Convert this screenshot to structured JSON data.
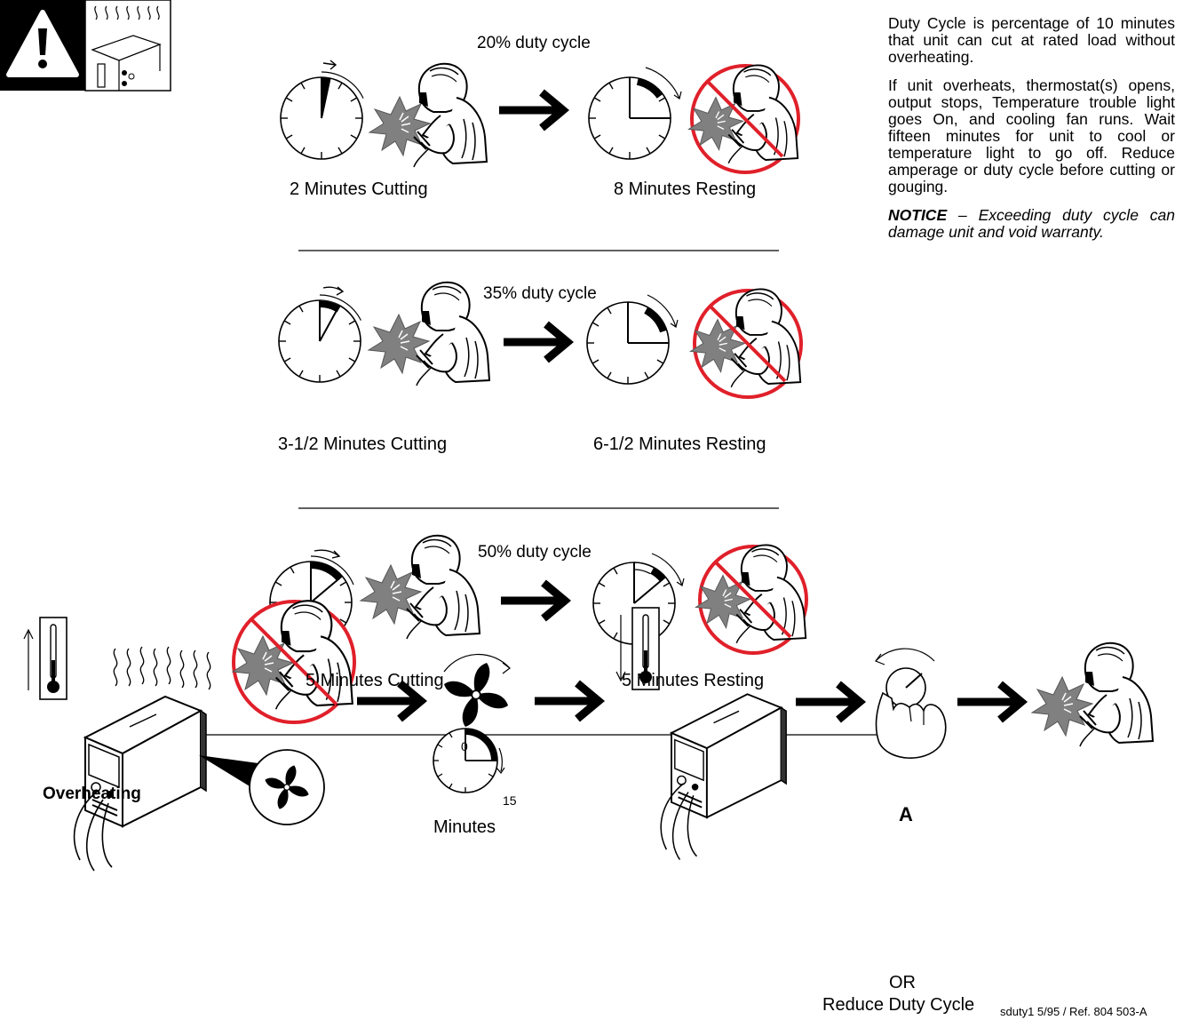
{
  "panels": [
    {
      "duty_label": "20% duty cycle",
      "cutting_label": "2 Minutes Cutting",
      "resting_label": "8 Minutes Resting",
      "duty_percent": 20
    },
    {
      "duty_label": "35% duty cycle",
      "cutting_label": "3-1/2 Minutes Cutting",
      "resting_label": "6-1/2 Minutes Resting",
      "duty_percent": 35
    },
    {
      "duty_label": "50% duty cycle",
      "cutting_label": "5 Minutes Cutting",
      "resting_label": "5 Minutes Resting",
      "duty_percent": 50
    }
  ],
  "side_text": {
    "paragraph_1": "Duty Cycle is percentage of 10 minutes that unit can cut at rated load without overheating.",
    "paragraph_2": "If unit overheats, thermostat(s) opens, output stops, Temperature trouble light goes On, and cooling fan runs. Wait fifteen minutes for unit to cool or temperature light to go off. Reduce amperage or duty cycle before cutting or gouging.",
    "notice_label": "NOTICE",
    "notice_text": "– Exceeding duty cycle can damage unit and void warranty."
  },
  "overheating": {
    "title": "Overheating",
    "timer_start": "0",
    "timer_end": "15",
    "minutes_label": "Minutes",
    "knob_label": "A",
    "or_label": "OR",
    "reduce_label": "Reduce Duty Cycle"
  },
  "reference": "sduty1 5/95 / Ref. 804 503-A",
  "colors": {
    "prohibit_red": "#e0202a",
    "spark_gray": "#808080",
    "ink": "#000000"
  }
}
